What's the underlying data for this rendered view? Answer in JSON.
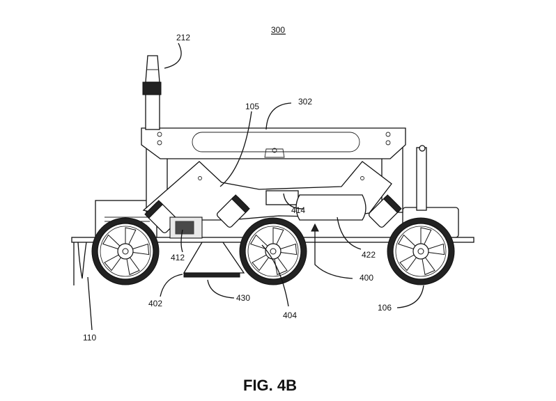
{
  "figure": {
    "title": "FIG. 4B",
    "drawing_number": "300",
    "reference_numerals": {
      "antenna": "212",
      "upper_frame": "302",
      "link_arm": "105",
      "sensor_housing": "414",
      "motor_block": "412",
      "chassis_plate": "422",
      "mechanism": "400",
      "front_module": "402",
      "bottom_pad": "430",
      "middle_wheel": "404",
      "wheel": "106",
      "cable": "110"
    }
  }
}
